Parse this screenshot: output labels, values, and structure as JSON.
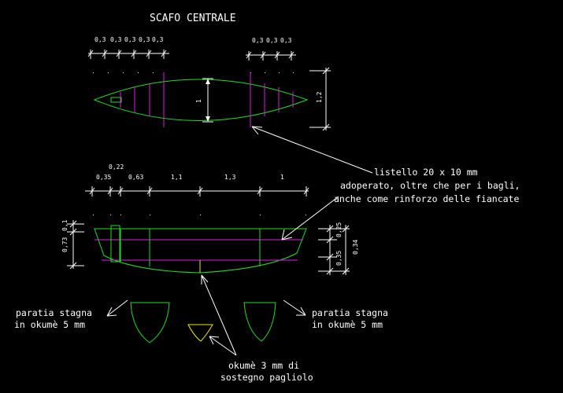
{
  "title": "SCAFO CENTRALE",
  "top_view": {
    "dims_left": [
      "0,3",
      "0,3",
      "0,3",
      "0,3",
      "0,3"
    ],
    "dims_right": [
      "0,3",
      "0,3",
      "0,3"
    ],
    "inner_width": "1",
    "outer_width": "1,2"
  },
  "side_view": {
    "top_dims": [
      "0,35",
      "0,22",
      "0,63",
      "1,1",
      "1,3",
      "1"
    ],
    "left_dims": [
      "0,1",
      "0,73"
    ],
    "right_dims": [
      "0,25",
      "0,34",
      "0,35"
    ]
  },
  "notes": {
    "listello": [
      "listello 20 x 10 mm",
      "adoperato, oltre che per i bagli,",
      "anche come rinforzo delle fiancate"
    ],
    "paratia_left": [
      "paratia stagna",
      "in okumè 5 mm"
    ],
    "paratia_right": [
      "paratia stagna",
      "in okumè 5 mm"
    ],
    "pagliolo": [
      "okumè 3 mm di",
      "sostegno pagliolo"
    ]
  },
  "colors": {
    "background": "#000000",
    "hull": "#22dd22",
    "frames": "#dd22dd",
    "support": "#e8e800",
    "annotations": "#ffffff"
  }
}
